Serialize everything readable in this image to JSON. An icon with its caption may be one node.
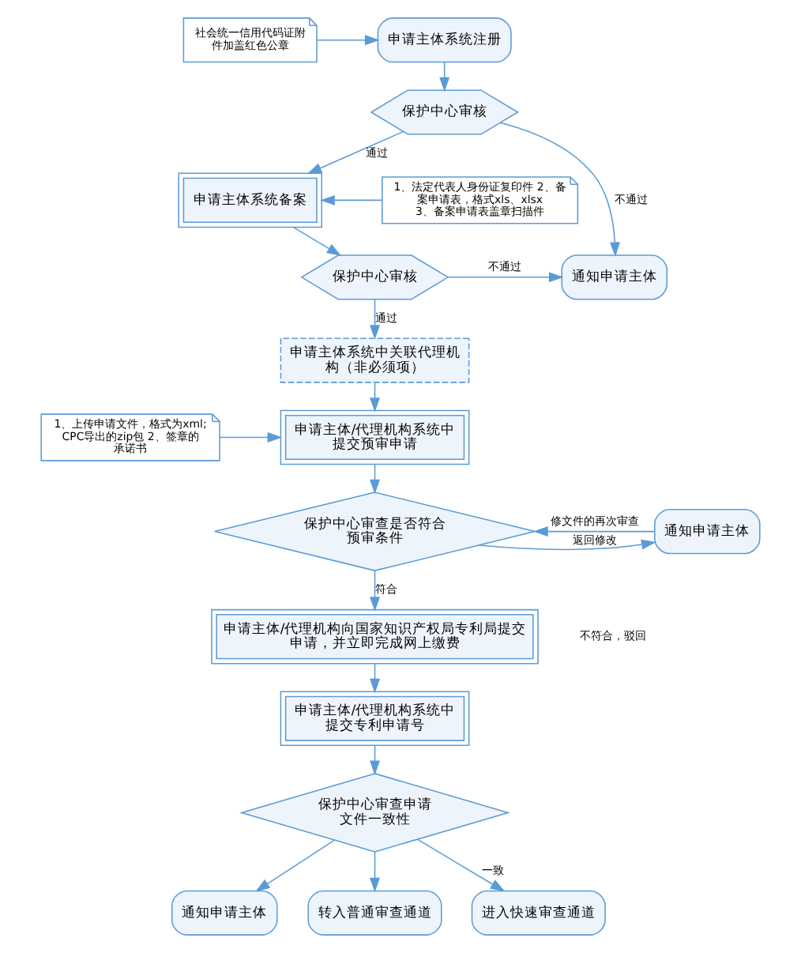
{
  "diagram": {
    "nodes": [
      {
        "text": [
          "社会统一信用代码证附件加盖红色公章"
        ]
      },
      {
        "text": [
          "申请主体系统注册"
        ]
      },
      {
        "text": [
          "保护中心审核"
        ]
      },
      {
        "text": [
          "1、法定代表人身份证复印件 2、备案申请表，格式xls、xlsx 3、备案申请表盖章扫描件"
        ]
      },
      {
        "text": [
          "申请主体系统备案"
        ]
      },
      {
        "text": [
          "保护中心审核"
        ]
      },
      {
        "text": [
          "通知申请主体"
        ]
      },
      {
        "text": [
          "申请主体系统中关联代理机构（非必须项）"
        ]
      },
      {
        "text": [
          "1、上传申请文件，格式为xml; CPC导出的zip包 2、签章的承诺书"
        ]
      },
      {
        "text": [
          "申请主体/代理机构系统中提交预审申请"
        ]
      },
      {
        "text": [
          "保护中心审查是否符合预审条件"
        ]
      },
      {
        "text": [
          "通知申请主体"
        ]
      },
      {
        "text": [
          "申请主体/代理机构向国家知识产权局专利局提交申请，并立即完成网上缴费"
        ]
      },
      {
        "text": [
          "申请主体/代理机构系统中提交专利申请号"
        ]
      },
      {
        "text": [
          "保护中心审查申请文件一致性"
        ]
      },
      {
        "text": [
          "通知申请主体"
        ]
      },
      {
        "text": [
          "转入普通审查通道"
        ]
      },
      {
        "text": [
          "进入快速审查通道"
        ]
      }
    ],
    "edges": [
      {
        "from": 0,
        "to": 1,
        "arrow": "to"
      },
      {
        "from": 1,
        "to": 2,
        "arrow": "to"
      },
      {
        "from": 2,
        "to": 6,
        "arrow": "to",
        "label": "不通过"
      },
      {
        "from": 2,
        "to": 4,
        "arrow": "to",
        "label": "通过"
      },
      {
        "from": 3,
        "to": 4,
        "arrow": "to"
      },
      {
        "from": 4,
        "to": 5,
        "arrow": "to"
      },
      {
        "from": 5,
        "to": 6,
        "arrow": "to",
        "label": "不通过"
      },
      {
        "from": 5,
        "to": 7,
        "arrow": "to",
        "label": "通过"
      },
      {
        "from": 7,
        "to": 9,
        "arrow": "to"
      },
      {
        "from": 8,
        "to": 9,
        "arrow": "to"
      },
      {
        "from": 9,
        "to": 10,
        "arrow": "to"
      },
      {
        "from": 10,
        "to": 11,
        "arrow": "to",
        "label": "返回修改"
      },
      {
        "from": 11,
        "to": 10,
        "arrow": "to",
        "label": "修文件的再次审查"
      },
      {
        "from": 10,
        "to": 12,
        "arrow": "to",
        "label": "符合"
      },
      {
        "from": 12,
        "to": 13,
        "arrow": "to"
      },
      {
        "from": 13,
        "to": 14,
        "arrow": "to"
      },
      {
        "from": 14,
        "to": 15,
        "arrow": "to"
      },
      {
        "from": 14,
        "to": 16,
        "arrow": "to"
      },
      {
        "from": 14,
        "to": 17,
        "arrow": "to",
        "label": "一致"
      }
    ],
    "labels": [
      "不符合，驳回"
    ]
  }
}
